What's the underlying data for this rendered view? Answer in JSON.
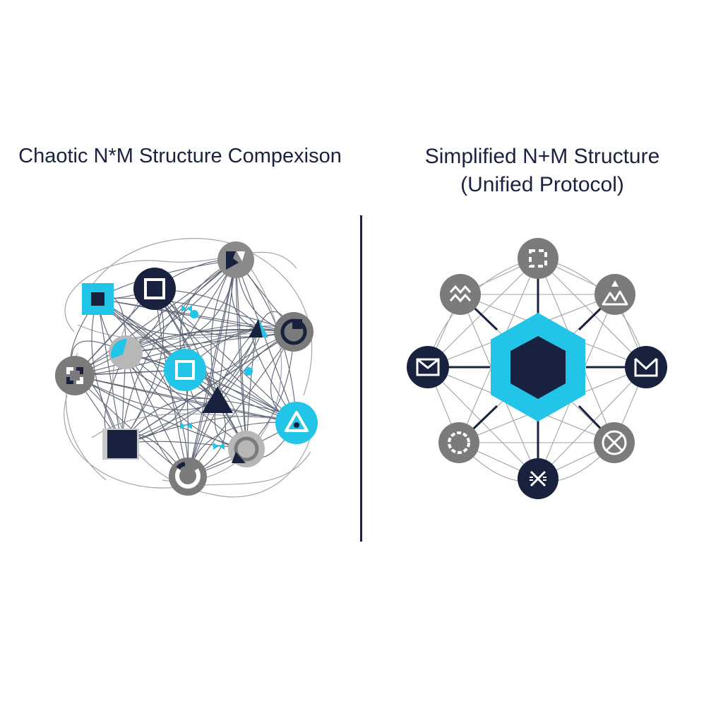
{
  "left_panel": {
    "title": "Chaotic N*M Structure Compexison"
  },
  "right_panel": {
    "title_line1": "Simplified N+M Structure",
    "title_line2": "(Unified Protocol)"
  },
  "colors": {
    "navy": "#18223f",
    "cyan": "#22c4e8",
    "gray": "#7b7b7b",
    "light_gray": "#b7b7b7",
    "line": "#2a3148"
  }
}
